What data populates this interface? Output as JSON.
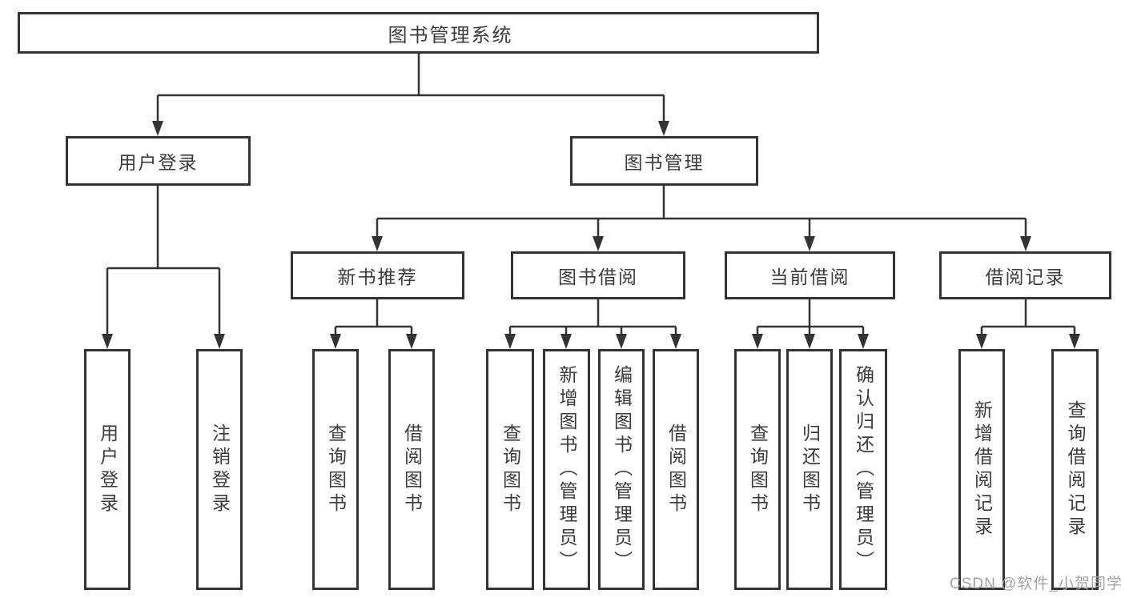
{
  "diagram": {
    "root": {
      "label": "图书管理系统"
    },
    "branches": [
      {
        "label": "用户登录",
        "children": [
          {
            "label": "用户登录"
          },
          {
            "label": "注销登录"
          }
        ]
      },
      {
        "label": "图书管理",
        "children": [
          {
            "label": "新书推荐",
            "children": [
              {
                "label": "查询图书"
              },
              {
                "label": "借阅图书"
              }
            ]
          },
          {
            "label": "图书借阅",
            "children": [
              {
                "label": "查询图书"
              },
              {
                "label": "新增图书（管理员）"
              },
              {
                "label": "编辑图书（管理员）"
              },
              {
                "label": "借阅图书"
              }
            ]
          },
          {
            "label": "当前借阅",
            "children": [
              {
                "label": "查询图书"
              },
              {
                "label": "归还图书"
              },
              {
                "label": "确认归还（管理员）"
              }
            ]
          },
          {
            "label": "借阅记录",
            "children": [
              {
                "label": "新增借阅记录"
              },
              {
                "label": "查询借阅记录"
              }
            ]
          }
        ]
      }
    ]
  },
  "watermark": {
    "text": "CSDN @软件_小贺同学"
  },
  "colors": {
    "line": "#333333",
    "text": "#3c3c3c",
    "watermark": "#a3a3a3",
    "background": "#ffffff"
  }
}
